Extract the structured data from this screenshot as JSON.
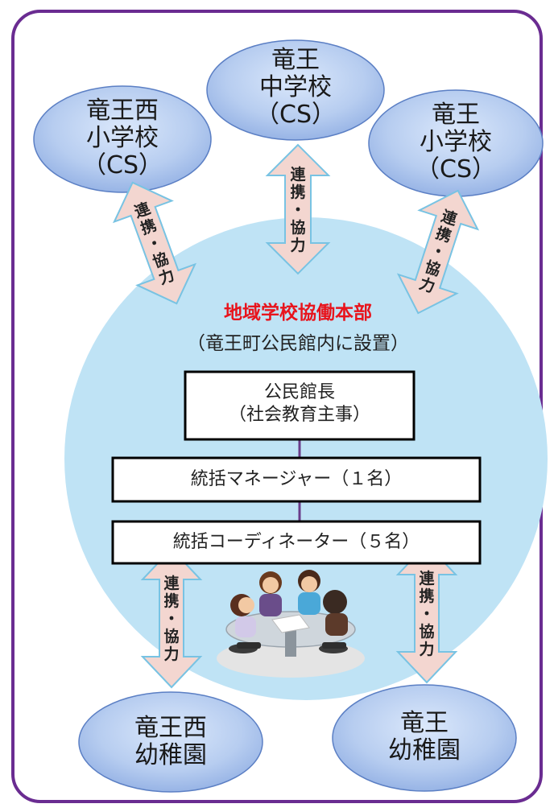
{
  "headquarters": {
    "title": "地域学校協働本部",
    "subtitle": "（竜王町公民館内に設置）"
  },
  "schools": [
    {
      "id": "ryuo-nishi-elementary",
      "lines": [
        "竜王西",
        "小学校",
        "（CS）"
      ]
    },
    {
      "id": "ryuo-junior-high",
      "lines": [
        "竜王",
        "中学校",
        "（CS）"
      ]
    },
    {
      "id": "ryuo-elementary",
      "lines": [
        "竜王",
        "小学校",
        "（CS）"
      ]
    }
  ],
  "kindergartens": [
    {
      "id": "ryuo-nishi-kindergarten",
      "lines": [
        "竜王西",
        "幼稚園"
      ]
    },
    {
      "id": "ryuo-kindergarten",
      "lines": [
        "竜王",
        "幼稚園"
      ]
    }
  ],
  "org": {
    "director": [
      "公民館長",
      "（社会教育主事）"
    ],
    "manager": "統括マネージャー（１名）",
    "coordinator": "統括コーディネーター（５名）"
  },
  "link_label": [
    "連",
    "携",
    "・",
    "協",
    "力"
  ],
  "colors": {
    "frame": "#6a2c91",
    "circle": "#bfe3f5",
    "ellipse": "#a9c7ee",
    "ellipse_stroke": "#5b7fc4",
    "arrow_fill": "#f3d6d0",
    "arrow_stroke": "#78c3e3",
    "hq_title": "#e8141c",
    "connector": "#6a3d8a"
  }
}
